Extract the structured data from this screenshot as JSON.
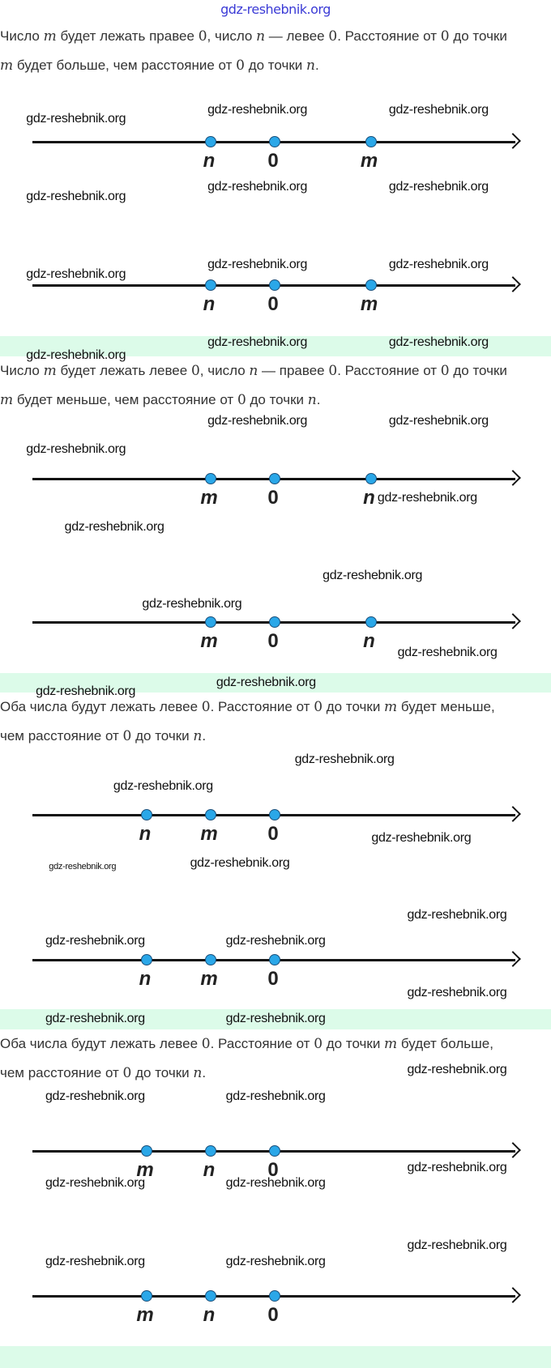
{
  "header": {
    "watermark": "gdz-reshebnik.org"
  },
  "watermark": "gdz-reshebnik.org",
  "sections": [
    {
      "lines": [
        [
          "Число ",
          "m",
          " будет лежать правее ",
          "0",
          ", число ",
          "n",
          " — левее ",
          "0",
          ". Расстояние от ",
          "0",
          " до точки"
        ],
        [
          "",
          "m",
          " будет больше, чем расстояние от ",
          "0",
          " до точки ",
          "n",
          "."
        ]
      ],
      "number_lines": [
        {
          "points": [
            {
              "label": "n",
              "value": -1
            },
            {
              "label": "0",
              "value": 0
            },
            {
              "label": "m",
              "value": 1.5
            }
          ]
        },
        {
          "points": [
            {
              "label": "n",
              "value": -1
            },
            {
              "label": "0",
              "value": 0
            },
            {
              "label": "m",
              "value": 1.5
            }
          ]
        }
      ]
    },
    {
      "lines": [
        [
          "Число ",
          "m",
          " будет лежать левее ",
          "0",
          ", число ",
          "n",
          " — правее ",
          "0",
          ". Расстояние от ",
          "0",
          " до точки"
        ],
        [
          "",
          "m",
          " будет меньше, чем расстояние от ",
          "0",
          " до точки ",
          "n",
          "."
        ]
      ],
      "number_lines": [
        {
          "points": [
            {
              "label": "m",
              "value": -1
            },
            {
              "label": "0",
              "value": 0
            },
            {
              "label": "n",
              "value": 1.5
            }
          ]
        },
        {
          "points": [
            {
              "label": "m",
              "value": -1
            },
            {
              "label": "0",
              "value": 0
            },
            {
              "label": "n",
              "value": 1.5
            }
          ]
        }
      ]
    },
    {
      "lines": [
        [
          "Оба числа будут лежать левее ",
          "0",
          ". Расстояние от ",
          "0",
          " до точки ",
          "m",
          " будет меньше,"
        ],
        [
          "чем расстояние от ",
          "0",
          " до точки ",
          "n",
          "."
        ]
      ],
      "number_lines": [
        {
          "points": [
            {
              "label": "n",
              "value": -2
            },
            {
              "label": "m",
              "value": -1
            },
            {
              "label": "0",
              "value": 0
            }
          ]
        },
        {
          "points": [
            {
              "label": "n",
              "value": -2
            },
            {
              "label": "m",
              "value": -1
            },
            {
              "label": "0",
              "value": 0
            }
          ]
        }
      ]
    },
    {
      "lines": [
        [
          "Оба числа будут лежать левее ",
          "0",
          ". Расстояние от ",
          "0",
          " до точки ",
          "m",
          " будет больше,"
        ],
        [
          "чем расстояние от ",
          "0",
          " до точки ",
          "n",
          "."
        ]
      ],
      "number_lines": [
        {
          "points": [
            {
              "label": "m",
              "value": -2
            },
            {
              "label": "n",
              "value": -1
            },
            {
              "label": "0",
              "value": 0
            }
          ]
        },
        {
          "points": [
            {
              "label": "m",
              "value": -2
            },
            {
              "label": "n",
              "value": -1
            },
            {
              "label": "0",
              "value": 0
            }
          ]
        }
      ]
    }
  ],
  "colors": {
    "band": "#dcfbe9",
    "dot": "#2aa7e8",
    "header": "#3b3bd6"
  }
}
